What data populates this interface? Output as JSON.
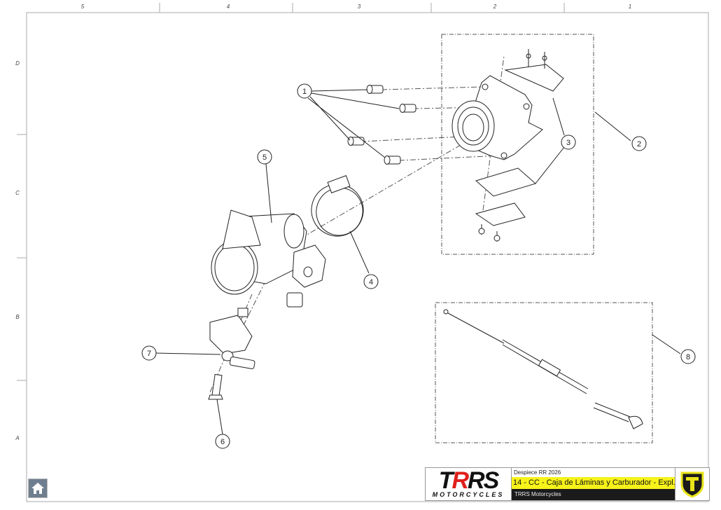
{
  "frame": {
    "columns": [
      "5",
      "4",
      "3",
      "2",
      "1"
    ],
    "rows": [
      "D",
      "C",
      "B",
      "A"
    ]
  },
  "callouts": [
    "1",
    "2",
    "3",
    "4",
    "5",
    "6",
    "7",
    "8"
  ],
  "title_block": {
    "logo_main_a": "T",
    "logo_main_r": "R",
    "logo_main_b": "RS",
    "logo_sub": "MOTORCYCLES",
    "document": "Despiece RR 2026",
    "title": "14 - CC - Caja de Láminas y Carburador - Expl.",
    "company": "TRRS Motorcycles"
  },
  "colors": {
    "accent_yellow": "#f6f21a",
    "brand_red": "#e0201b",
    "dark": "#1b1b1b"
  },
  "home_icon": "home-icon"
}
